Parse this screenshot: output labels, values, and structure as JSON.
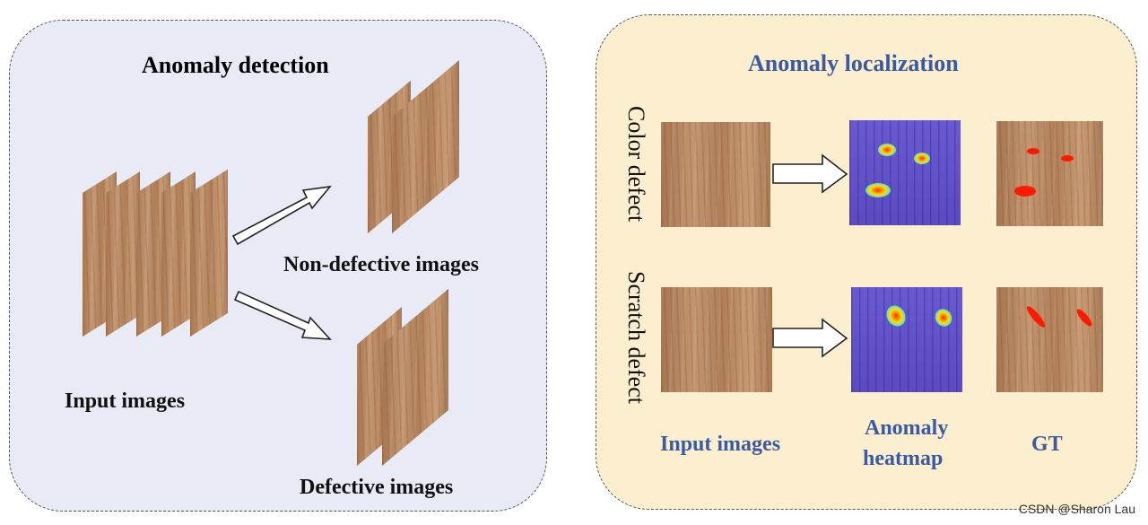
{
  "left_panel": {
    "title": "Anomaly detection",
    "input_label": "Input images",
    "nondefective_label": "Non-defective images",
    "defective_label": "Defective images"
  },
  "right_panel": {
    "title": "Anomaly localization",
    "rows": [
      {
        "label": "Color defect"
      },
      {
        "label": "Scratch defect"
      }
    ],
    "columns": {
      "input": "Input images",
      "heatmap_line1": "Anomaly",
      "heatmap_line2": "heatmap",
      "gt": "GT"
    }
  },
  "watermark": "CSDN @Sharon Lau",
  "colors": {
    "left_bg": "#e8ebf6",
    "right_bg": "#fbefcf",
    "title_blue": "#3c5aa0",
    "defect_red": "#ff1a00",
    "heatmap_purple": "#6553c8"
  }
}
